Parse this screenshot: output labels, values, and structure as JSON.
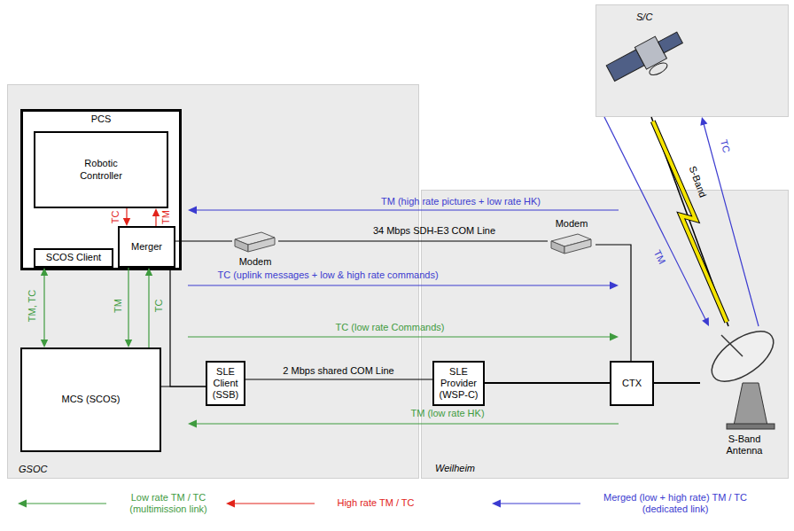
{
  "diagram": {
    "nodes": [
      {
        "text": [
          "GSOC"
        ]
      },
      {
        "text": [
          "PCS"
        ],
        "in": 0
      },
      {
        "text": [
          "Robotic Controller"
        ],
        "in": 1
      },
      {
        "text": [
          "SCOS Client"
        ],
        "in": 1
      },
      {
        "text": [
          "Merger"
        ],
        "in": 1
      },
      {
        "text": [
          "MCS (SCOS)"
        ],
        "in": 0
      },
      {
        "text": [
          "Modem"
        ],
        "in": 0
      },
      {
        "text": [
          "SLE Client (SSB)"
        ],
        "in": 0
      },
      {
        "text": [
          "Weilheim"
        ]
      },
      {
        "text": [
          "Modem"
        ],
        "in": 8
      },
      {
        "text": [
          "SLE Provider (WSP-C)"
        ],
        "in": 8
      },
      {
        "text": [
          "CTX"
        ],
        "in": 8
      },
      {
        "text": [
          "S-Band Antenna"
        ],
        "in": 8
      },
      {
        "text": [
          "S/C"
        ]
      }
    ],
    "edges": [
      {
        "from": 2,
        "to": 4,
        "arrow": "to",
        "label": "TC"
      },
      {
        "from": 4,
        "to": 2,
        "arrow": "to",
        "label": "TM"
      },
      {
        "from": 3,
        "to": 5,
        "arrow": "both",
        "label": "TM, TC"
      },
      {
        "from": 4,
        "to": 5,
        "arrow": "to",
        "label": "TM"
      },
      {
        "from": 5,
        "to": 4,
        "arrow": "to",
        "label": "TC"
      },
      {
        "from": 4,
        "to": 6,
        "arrow": "none"
      },
      {
        "from": 6,
        "to": 9,
        "arrow": "none",
        "label": "34 Mbps SDH-E3 COM Line"
      },
      {
        "from": 9,
        "to": 11,
        "arrow": "none"
      },
      {
        "from": 5,
        "to": 7,
        "arrow": "none"
      },
      {
        "from": 4,
        "to": 7,
        "arrow": "none"
      },
      {
        "from": 7,
        "to": 10,
        "arrow": "none",
        "label": "2 Mbps shared COM Line"
      },
      {
        "from": 10,
        "to": 11,
        "arrow": "none"
      },
      {
        "from": 11,
        "to": 12,
        "arrow": "none"
      },
      {
        "from": 13,
        "to": 12,
        "arrow": "to",
        "label": "TM"
      },
      {
        "from": 12,
        "to": 13,
        "arrow": "to",
        "label": "TC"
      },
      {
        "from": 13,
        "to": 12,
        "arrow": "none",
        "label": "S-Band"
      }
    ],
    "labels": [
      "TM (high rate pictures + low rate HK)",
      "TC (uplink messages + low & high rate commands)",
      "TC (low rate Commands)",
      "TM (low rate HK)"
    ],
    "legend": [
      {
        "text": "Low rate TM / TC (multimission link)"
      },
      {
        "text": "High rate TM / TC"
      },
      {
        "text": "Merged (low + high rate) TM / TC (dedicated link)"
      }
    ]
  }
}
